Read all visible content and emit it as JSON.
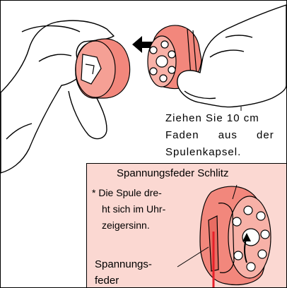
{
  "instructions": {
    "pull_thread_line1": "Ziehen Sie 10 cm",
    "pull_thread_line2": "Faden aus der",
    "pull_thread_line3": "Spulenkapsel."
  },
  "inset": {
    "spring_slot_label": "Spannungsfeder Schlitz",
    "note_line1": "* Die Spule dre-",
    "note_line2": "ht sich im Uhr-",
    "note_line3": "zeigersinn.",
    "spring_label_line1": "Spannungs-",
    "spring_label_line2": "feder"
  },
  "colors": {
    "bobbin_pink": "#f2877c",
    "inset_background": "#fbd8d2",
    "thread_red": "#e8202a",
    "outline": "#000000"
  },
  "icons": [
    "left-hand-icon",
    "right-hand-icon",
    "bobbin-icon",
    "bobbin-case-icon",
    "insert-arrow-icon"
  ]
}
